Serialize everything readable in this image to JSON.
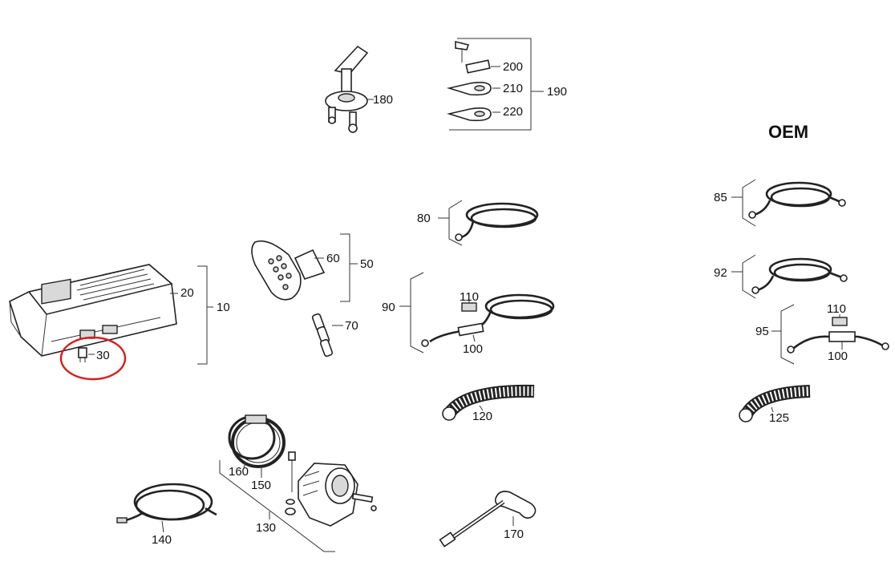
{
  "diagram": {
    "heading": "OEM",
    "highlight_color": "#d62020",
    "labels": {
      "l10": "10",
      "l20": "20",
      "l30": "30",
      "l50": "50",
      "l60": "60",
      "l70": "70",
      "l80": "80",
      "l85": "85",
      "l90": "90",
      "l92": "92",
      "l95": "95",
      "l100a": "100",
      "l100b": "100",
      "l110a": "110",
      "l110b": "110",
      "l120": "120",
      "l125": "125",
      "l130": "130",
      "l140": "140",
      "l150": "150",
      "l160": "160",
      "l170": "170",
      "l180": "180",
      "l190": "190",
      "l200": "200",
      "l210": "210",
      "l220": "220"
    }
  }
}
